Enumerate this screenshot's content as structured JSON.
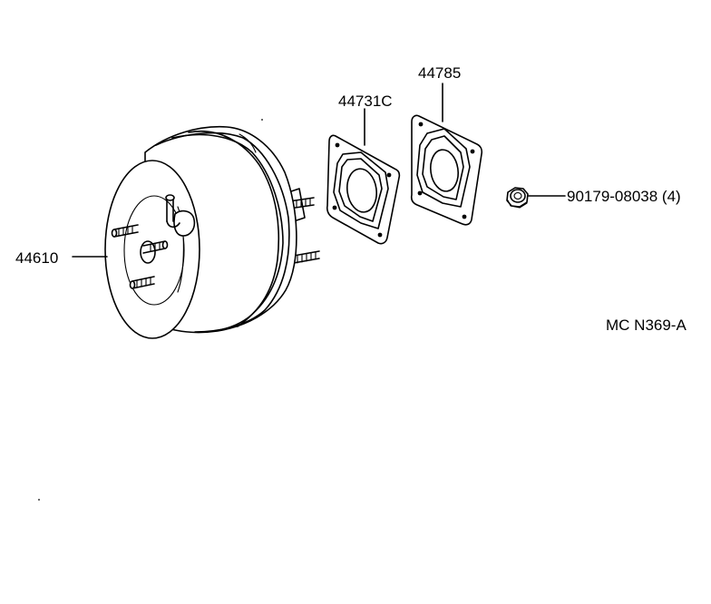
{
  "diagram": {
    "parts": [
      {
        "number": "44610",
        "name": "brake-booster"
      },
      {
        "number": "44731C",
        "name": "booster-gasket"
      },
      {
        "number": "44785",
        "name": "booster-plate"
      },
      {
        "number": "90179-08038 (4)",
        "name": "mounting-nut"
      }
    ],
    "figure_code": "MC N369-A"
  }
}
